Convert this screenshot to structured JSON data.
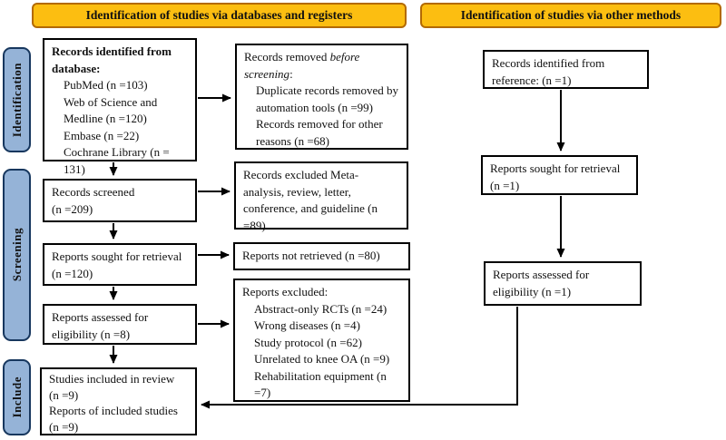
{
  "colors": {
    "header_fill": "#FCBE11",
    "header_border": "#B36A00",
    "sidebar_fill": "#95B3D7",
    "sidebar_border": "#17375E"
  },
  "headers": {
    "databases": "Identification of studies via databases and registers",
    "other_methods": "Identification of studies via other methods"
  },
  "sidebar": {
    "identification": "Identification",
    "screening": "Screening",
    "include": "Include"
  },
  "database_flow": {
    "records_identified": {
      "title": "Records identified from database:",
      "items": [
        "PubMed (n =103)",
        "Web of Science and Medline (n =120)",
        "Embase (n =22)",
        "Cochrane Library (n = 131)"
      ]
    },
    "records_screened": {
      "lines": [
        "Records screened",
        "(n =209)"
      ]
    },
    "reports_sought": {
      "lines": [
        "Reports sought for retrieval",
        "(n =120)"
      ]
    },
    "reports_assessed": {
      "lines": [
        "Reports assessed for",
        "eligibility (n =8)"
      ]
    },
    "included": {
      "lines": [
        "Studies included in review",
        "(n =9)",
        "Reports of included studies",
        "(n =9)"
      ]
    }
  },
  "exclusion_flow": {
    "records_removed": {
      "title_prefix": "Records removed ",
      "title_italic": "before screening",
      "title_suffix": ":",
      "items": [
        "Duplicate records removed by automation tools (n =99)",
        "Records removed for other reasons (n =68)"
      ]
    },
    "records_excluded": {
      "text": "Records excluded Meta-analysis, review, letter, conference, and guideline (n =89)"
    },
    "reports_not_retrieved": {
      "text": "Reports not retrieved (n =80)"
    },
    "reports_excluded": {
      "title": "Reports excluded:",
      "items": [
        "Abstract-only RCTs (n =24)",
        "Wrong diseases (n =4)",
        "Study protocol (n =62)",
        "Unrelated to knee OA (n =9)",
        "Rehabilitation equipment (n =7)"
      ]
    }
  },
  "other_methods_flow": {
    "records_identified": {
      "lines": [
        "Records identified from",
        "reference: (n =1)"
      ]
    },
    "reports_sought": {
      "lines": [
        "Reports sought for retrieval",
        "(n =1)"
      ]
    },
    "reports_assessed": {
      "lines": [
        "Reports assessed for",
        "eligibility (n =1)"
      ]
    }
  }
}
